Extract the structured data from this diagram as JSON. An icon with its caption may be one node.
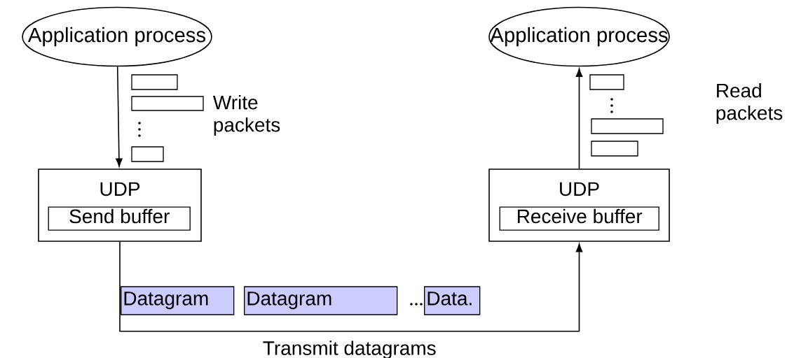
{
  "diagram": {
    "nodes": [
      {
        "text": [
          "Application process"
        ]
      },
      {
        "text": [
          "Application process"
        ]
      },
      {
        "text": [
          "UDP"
        ]
      },
      {
        "text": [
          "Send buffer"
        ],
        "in": 2
      },
      {
        "text": [
          "UDP"
        ]
      },
      {
        "text": [
          "Receive buffer"
        ],
        "in": 4
      },
      {
        "text": [
          "Datagram"
        ]
      },
      {
        "text": [
          "Datagram"
        ]
      },
      {
        "text": [
          "Data."
        ]
      }
    ],
    "edges": [
      {
        "from": 0,
        "to": 2,
        "arrow": "to"
      },
      {
        "from": 4,
        "to": 1,
        "arrow": "to"
      },
      {
        "from": 2,
        "to": 4,
        "arrow": "to",
        "label": "Transmit datagrams"
      }
    ],
    "labels": [
      "Write packets",
      "Read packets"
    ]
  }
}
